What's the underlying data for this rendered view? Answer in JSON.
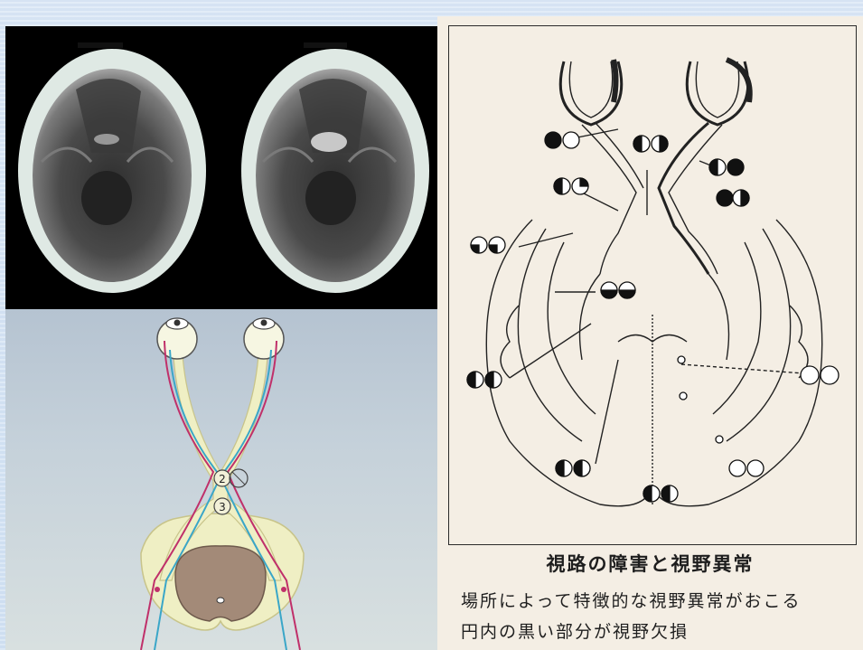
{
  "eye_diagram": {
    "lesion_markers": [
      "2",
      "3"
    ]
  },
  "paper": {
    "title": "視路の障害と視野異常",
    "caption_line1": "場所によって特徴的な視野異常がおこる",
    "caption_line2": "円内の黒い部分が視野欠損"
  },
  "colors": {
    "background": "#d4e3f3",
    "paper": "#f4eee4",
    "visual_path_red": "#c0306a",
    "visual_path_blue": "#3aa6c8",
    "brainstem": "#a38a78"
  },
  "icons": [
    "ct-scan-image",
    "eye-icon",
    "visual-field-circle-icon"
  ]
}
